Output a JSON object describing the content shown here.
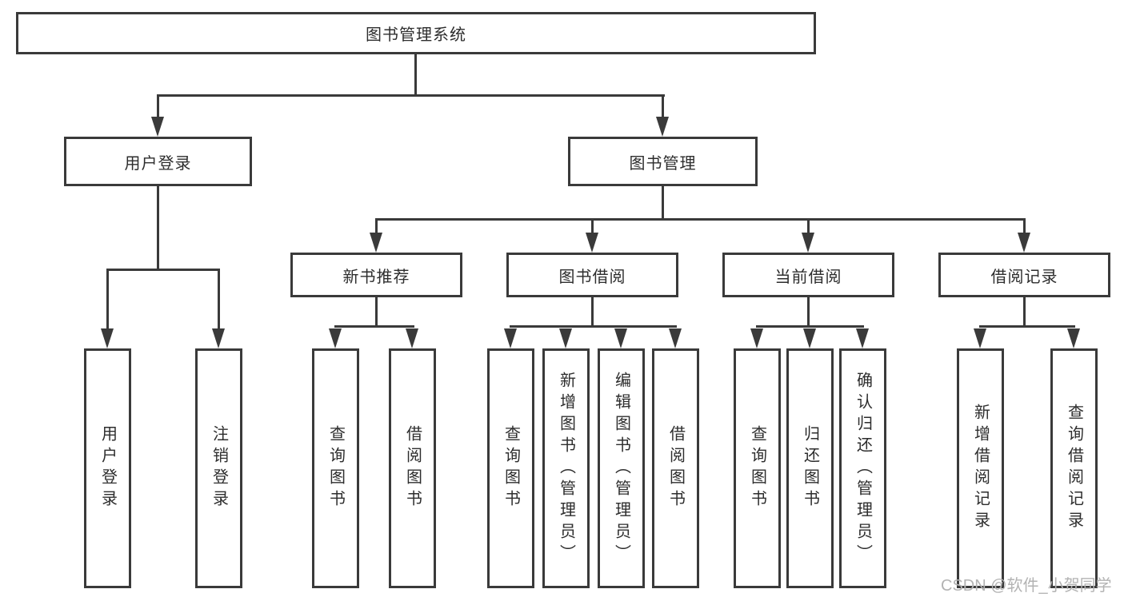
{
  "diagram_type": "hierarchy-diagram",
  "colors": {
    "line": "#3a3a3a",
    "text": "#2d2d2d",
    "watermark": "#b3b3b3",
    "background": "#ffffff"
  },
  "watermark": {
    "text": "CSDN @软件_小贺同学"
  },
  "tree": {
    "label": "图书管理系统",
    "children": [
      {
        "label": "用户登录",
        "children": [
          {
            "label": "用户登录"
          },
          {
            "label": "注销登录"
          }
        ]
      },
      {
        "label": "图书管理",
        "children": [
          {
            "label": "新书推荐",
            "children": [
              {
                "label": "查询图书"
              },
              {
                "label": "借阅图书"
              }
            ]
          },
          {
            "label": "图书借阅",
            "children": [
              {
                "label": "查询图书"
              },
              {
                "label": "新增图书（管理员）"
              },
              {
                "label": "编辑图书（管理员）"
              },
              {
                "label": "借阅图书"
              }
            ]
          },
          {
            "label": "当前借阅",
            "children": [
              {
                "label": "查询图书"
              },
              {
                "label": "归还图书"
              },
              {
                "label": "确认归还（管理员）"
              }
            ]
          },
          {
            "label": "借阅记录",
            "children": [
              {
                "label": "新增借阅记录"
              },
              {
                "label": "查询借阅记录"
              }
            ]
          }
        ]
      }
    ]
  }
}
